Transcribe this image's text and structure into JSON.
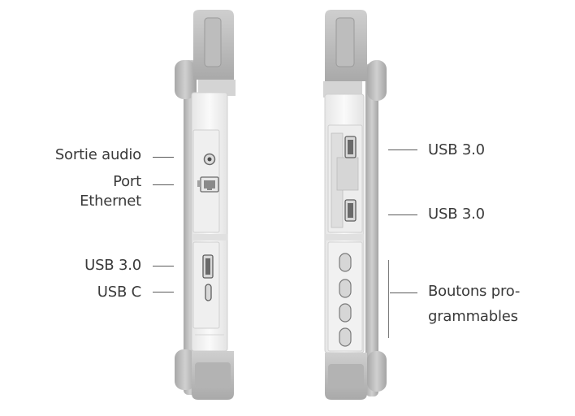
{
  "left_labels": {
    "audio": "Sortie audio",
    "ethernet_line1": "Port",
    "ethernet_line2": "Ethernet",
    "usb3": "USB 3.0",
    "usbc": "USB C"
  },
  "right_labels": {
    "usb3_top": "USB 3.0",
    "usb3_bottom": "USB 3.0",
    "buttons_line1": "Boutons pro-",
    "buttons_line2": "grammables"
  },
  "colors": {
    "body": "#f2f2f2",
    "bumper": "#c4c4c4",
    "bumper_dark": "#9d9d9d",
    "port_dark": "#5c5c5c",
    "label_text": "#3a3a3a"
  }
}
